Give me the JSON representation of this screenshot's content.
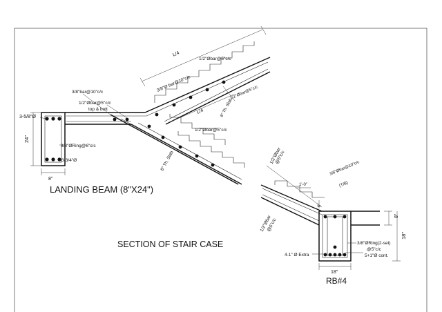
{
  "drawing": {
    "title": "SECTION OF STAIR CASE",
    "landing_beam": {
      "title": "LANDING BEAM (8\"X24\")",
      "left_cover": "3-5/8\"Ø",
      "height": "24\"",
      "ring": "3/8\"ØRing@6\"c/c",
      "bottom_bars": "3-3/4\"Ø",
      "width": "8\""
    },
    "stair": {
      "span_quarter_top": "L/4",
      "span_quarter_mid": "L/4",
      "top_bar": "1/2\"Øbar@5\"c/c",
      "dist_bar": "3/8\"Ø bar@10\"c/c",
      "bottom_bar": "1/2\"Øbar@5\"c/c",
      "bottom_bar_2": "1/2\"Øbar@5\"c/c",
      "slab_upper": "8\" Th. Slab",
      "slab_lower": "8\" Th. Slab",
      "landing_dist": "3/8\"bar@10\"c/c",
      "landing_main": "1/2\"Øbar@5\"c/c",
      "landing_note": "top & bott"
    },
    "rb4": {
      "title": "RB#4",
      "top_bar_a": "1/2\"Øbar",
      "top_bar_b": "@5\"c/c",
      "dist_bar": "3/8\"Øbar@10\"c/c",
      "dist_note": "(T/B)",
      "bottom_bar_a": "1/2\"Øbar",
      "bottom_bar_b": "@5\"c/c",
      "step_len": "1'-0\"",
      "step_h": "6\"",
      "slab": "8\"",
      "depth": "18\"",
      "width": "18\"",
      "ring": "3/8\"ØRing(2-set)",
      "ring_spacing": "@5\"c/c",
      "extra": "4-1\" Ø Extra",
      "cont": "5+1\"Ø cont."
    }
  }
}
